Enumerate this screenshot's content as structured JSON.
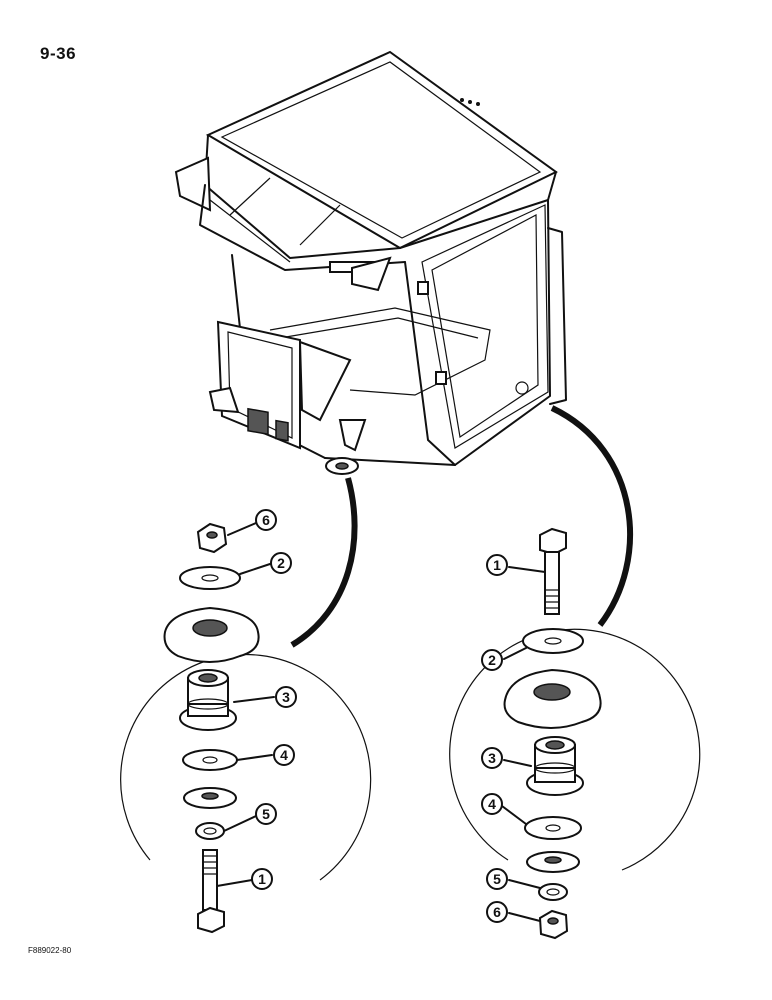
{
  "page_number": "9-36",
  "figure_code": "F889022-80",
  "callouts": {
    "left": [
      "6",
      "2",
      "3",
      "4",
      "5",
      "1"
    ],
    "right": [
      "1",
      "2",
      "3",
      "4",
      "5",
      "6"
    ]
  }
}
